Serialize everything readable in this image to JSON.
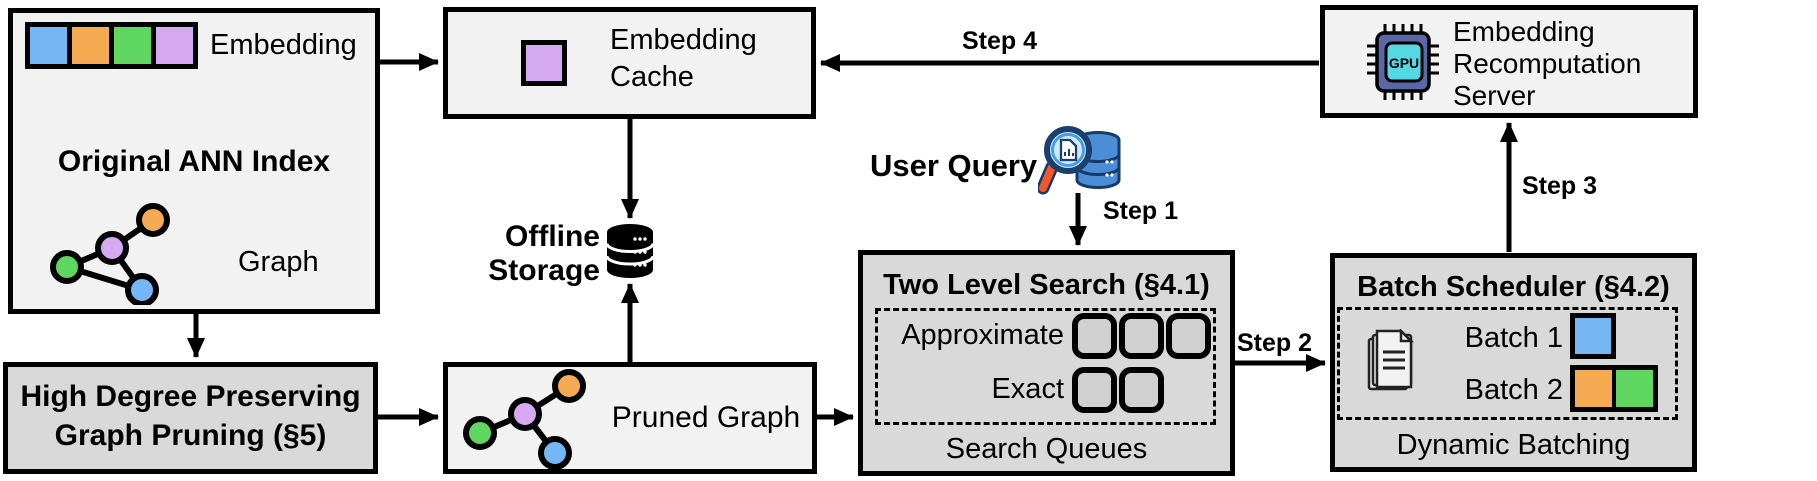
{
  "nodes": {
    "original_ann_index": {
      "title": "Original ANN Index",
      "embedding_label": "Embedding",
      "graph_label": "Graph"
    },
    "embedding_cache": {
      "line1": "Embedding",
      "line2": "Cache"
    },
    "offline_storage": {
      "line1": "Offline",
      "line2": "Storage"
    },
    "high_degree_pruning": {
      "line1": "High Degree Preserving",
      "line2": "Graph Pruning (§5)"
    },
    "pruned_graph": {
      "label": "Pruned Graph"
    },
    "user_query": {
      "label": "User Query"
    },
    "two_level_search": {
      "title": "Two Level Search (§4.1)",
      "approximate_label": "Approximate",
      "exact_label": "Exact",
      "footer": "Search Queues"
    },
    "batch_scheduler": {
      "title": "Batch Scheduler (§4.2)",
      "batch1_label": "Batch 1",
      "batch2_label": "Batch 2",
      "footer": "Dynamic Batching"
    },
    "recomputation_server": {
      "line1": "Embedding",
      "line2": "Recomputation",
      "line3": "Server",
      "gpu_label": "GPU"
    }
  },
  "steps": {
    "step1": "Step 1",
    "step2": "Step 2",
    "step3": "Step 3",
    "step4": "Step 4"
  },
  "colors": {
    "box_light": "#f2f2f2",
    "box_dark": "#d9d9d9",
    "queue_square_fill": "#d0d0d0",
    "embedding_blue": "#74b7f4",
    "embedding_orange": "#f6ab52",
    "embedding_green": "#5fd65f",
    "embedding_purple": "#d5aaf0",
    "gpu_body": "#5a68a8",
    "gpu_core": "#55d8e2",
    "query_db_blue": "#4a8fd6",
    "magnifier_ring": "#1b3f70",
    "magnifier_lens": "#cde9fa",
    "magnifier_handle": "#f0592b",
    "outline": "#000000"
  }
}
